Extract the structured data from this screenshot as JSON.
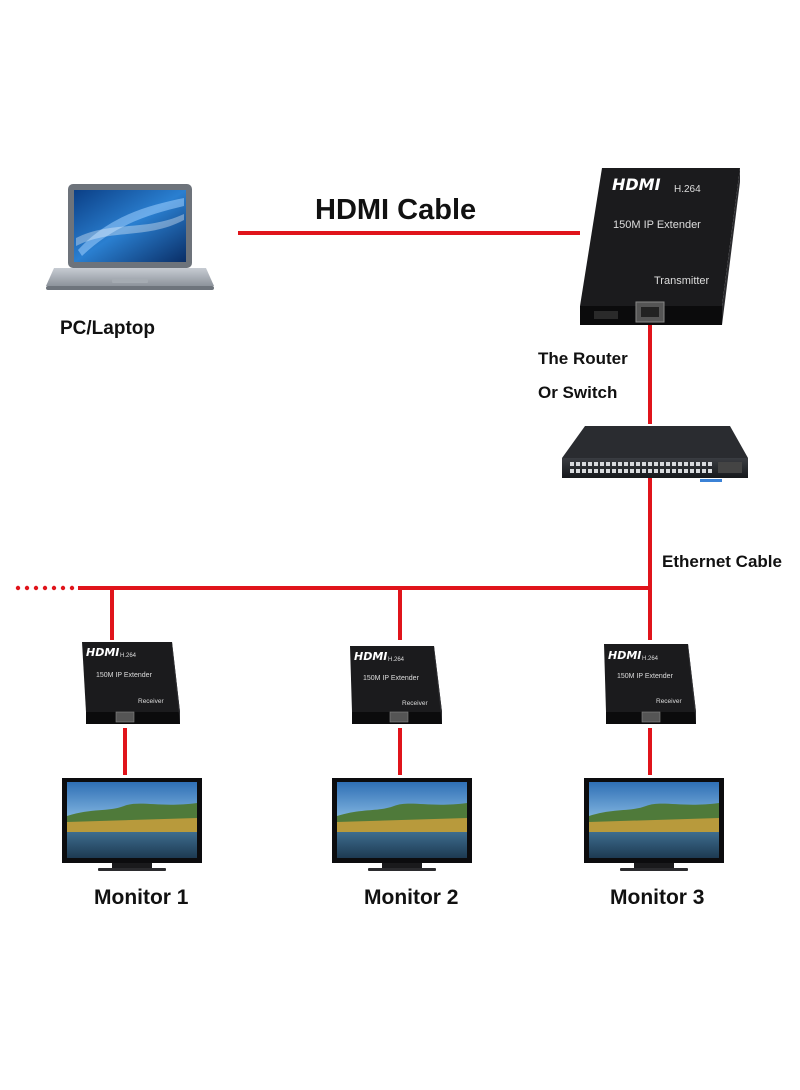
{
  "labels": {
    "hdmi_cable": "HDMI Cable",
    "pc_laptop": "PC/Laptop",
    "router_line1": "The Router",
    "router_line2": "Or Switch",
    "ethernet_cable": "Ethernet Cable"
  },
  "transmitter": {
    "logo": "HDMI",
    "codec": "H.264",
    "model": "150M IP Extender",
    "role": "Transmitter"
  },
  "receivers": [
    {
      "logo": "HDMI",
      "codec": "H.264",
      "model": "150M IP Extender",
      "role": "Receiver"
    },
    {
      "logo": "HDMI",
      "codec": "H.264",
      "model": "150M IP Extender",
      "role": "Receiver"
    },
    {
      "logo": "HDMI",
      "codec": "H.264",
      "model": "150M IP Extender",
      "role": "Receiver"
    }
  ],
  "monitors": [
    {
      "label": "Monitor 1"
    },
    {
      "label": "Monitor 2"
    },
    {
      "label": "Monitor 3"
    }
  ],
  "colors": {
    "cable": "#e0141b",
    "device_body": "#111111",
    "laptop_body": "#9aa0a8",
    "screen_sky": "#3f86c8"
  }
}
